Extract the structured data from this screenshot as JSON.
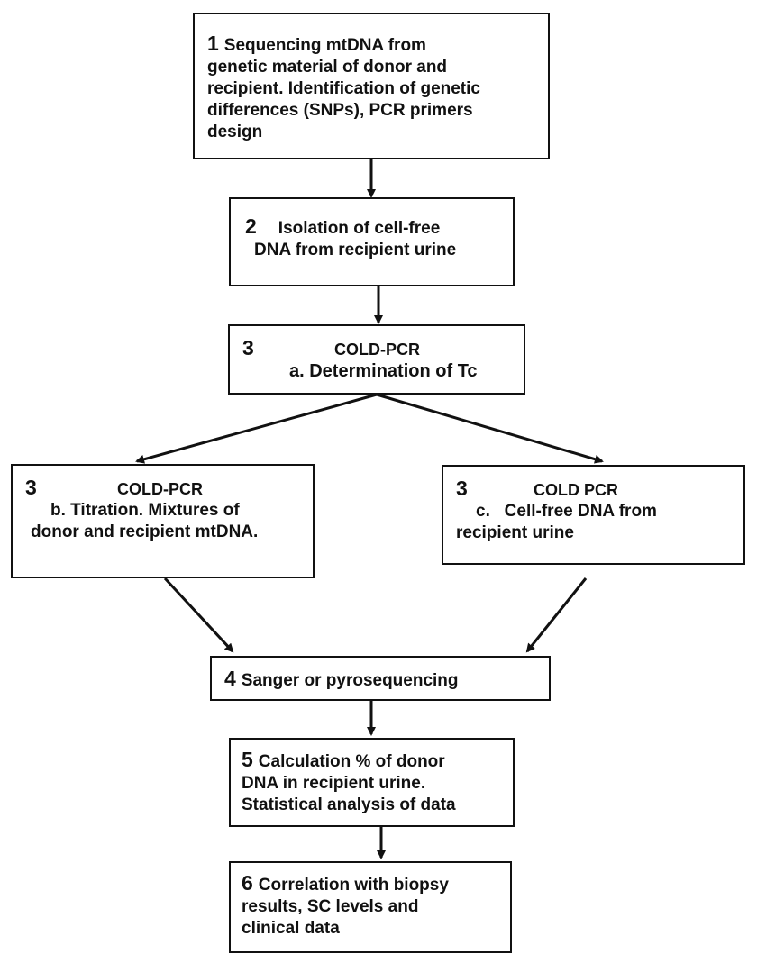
{
  "steps": {
    "s1": {
      "num": "1",
      "line1": "Sequencing mtDNA from",
      "line2": "genetic material of donor and",
      "line3": "recipient. Identification of genetic",
      "line4": "differences (SNPs), PCR primers",
      "line5": "design"
    },
    "s2": {
      "num": "2",
      "line1": "Isolation of cell-free",
      "line2": "DNA from recipient urine"
    },
    "s3a": {
      "num": "3",
      "line1": "COLD-PCR",
      "line2": "a.  Determination of Tc"
    },
    "s3b": {
      "num": "3",
      "line1": "COLD-PCR",
      "line2": "b. Titration. Mixtures of",
      "line3": "donor and recipient mtDNA."
    },
    "s3c": {
      "num": "3",
      "line1": "COLD PCR",
      "line2": "c.   Cell-free DNA from",
      "line3": "recipient urine"
    },
    "s4": {
      "num": "4",
      "line1": "Sanger or pyrosequencing"
    },
    "s5": {
      "num": "5",
      "line1": "Calculation % of donor",
      "line2": "DNA in recipient urine.",
      "line3": "Statistical analysis of data"
    },
    "s6": {
      "num": "6",
      "line1": "Correlation with biopsy",
      "line2": "results, SC levels and",
      "line3": "clinical data"
    }
  }
}
